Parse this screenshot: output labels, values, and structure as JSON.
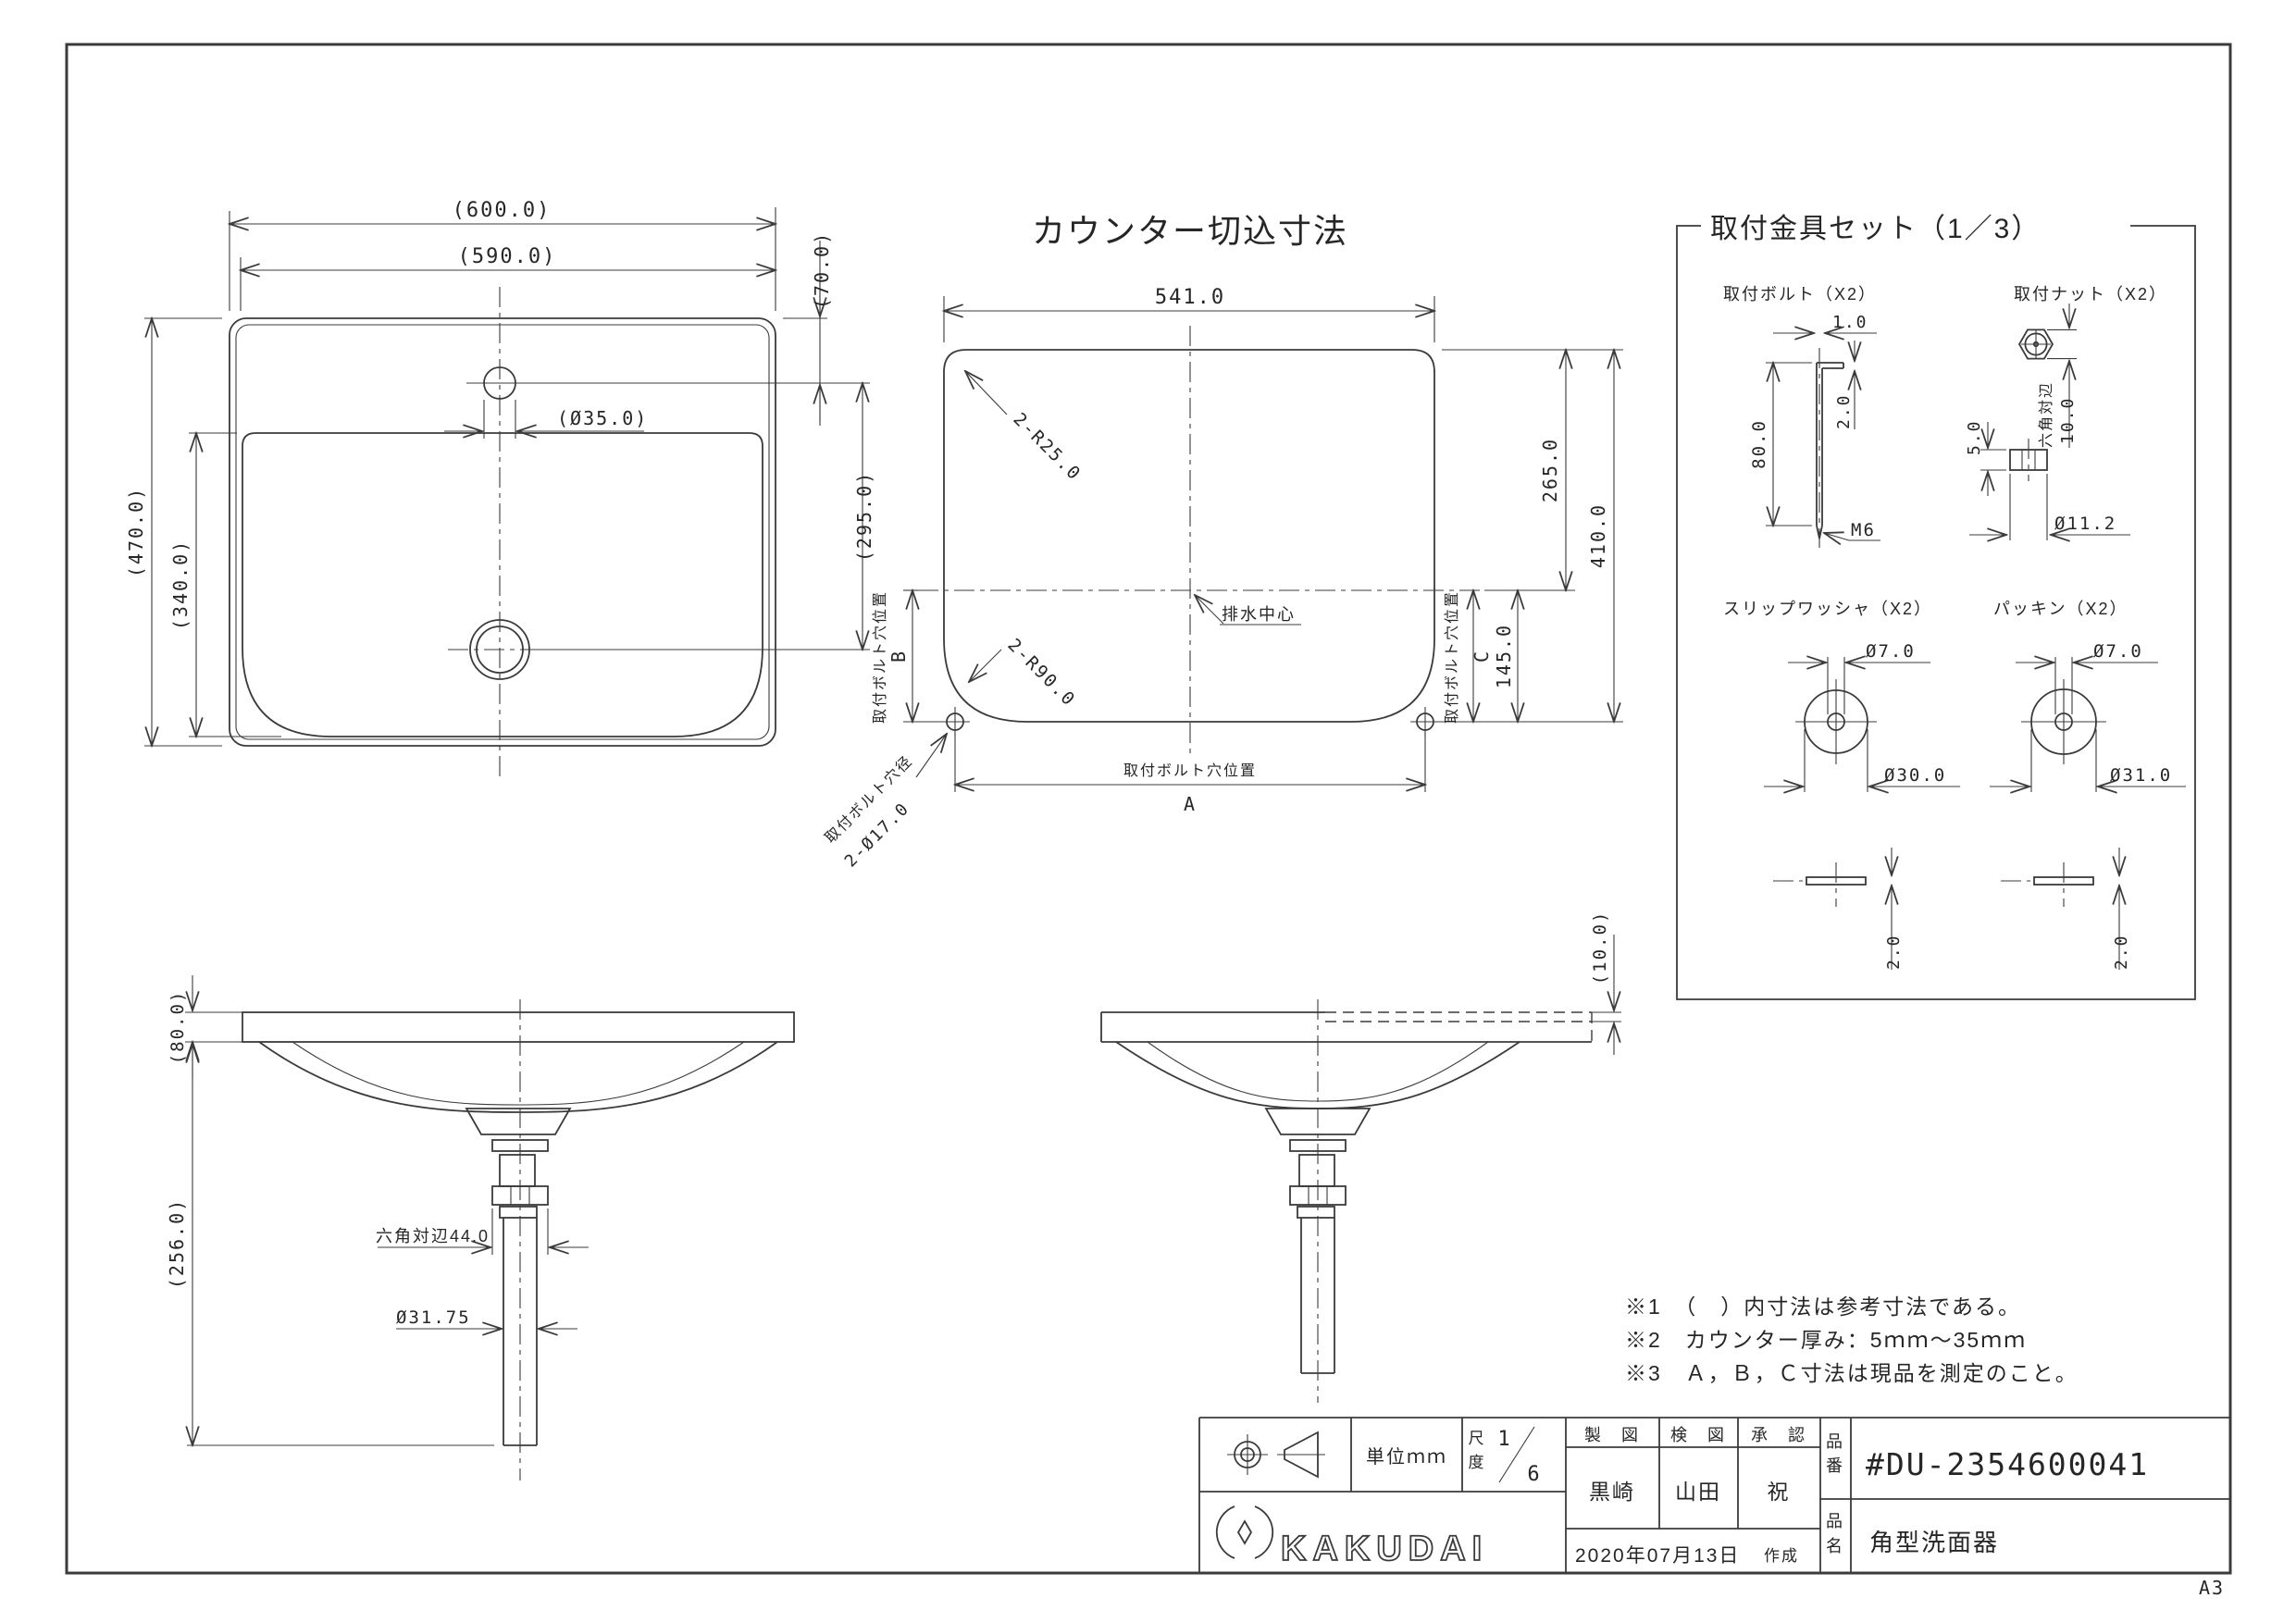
{
  "page": {
    "sheet_label": "A3"
  },
  "plan": {
    "dim_600": "(600.0)",
    "dim_590": "(590.0)",
    "dim_d35": "(Ø35.0)",
    "dim_70": "(70.0)",
    "dim_295": "(295.0)",
    "dim_470": "(470.0)",
    "dim_340": "(340.0)"
  },
  "cutout": {
    "title": "カウンター切込寸法",
    "dim_541": "541.0",
    "dim_r25": "2-R25.0",
    "dim_r90": "2-R90.0",
    "drain_label": "排水中心",
    "dim_265": "265.0",
    "dim_410": "410.0",
    "dim_145": "145.0",
    "dim_b": "B",
    "dim_c": "C",
    "dim_a": "A",
    "bolt_pos_label_left": "取付ボルト穴位置",
    "bolt_pos_label_right": "取付ボルト穴位置",
    "bolt_pos_label_bottom": "取付ボルト穴位置",
    "bolt_dia_label_1": "取付ボルト穴径",
    "bolt_dia_label_2": "2-Ø17.0"
  },
  "hardware": {
    "title": "取付金具セット（1／3）",
    "bolt": {
      "label": "取付ボルト（X2）",
      "dim_1": "1.0",
      "dim_2": "2.0",
      "dim_80": "80.0",
      "thread": "M6"
    },
    "nut": {
      "label": "取付ナット（X2）",
      "dim_flats_1": "六角対辺",
      "dim_flats_2": "10.0",
      "dim_5": "5.0",
      "dim_d112": "Ø11.2"
    },
    "washer": {
      "label": "スリップワッシャ（X2）",
      "dim_d7": "Ø7.0",
      "dim_d30": "Ø30.0",
      "dim_t2": "2.0"
    },
    "packing": {
      "label": "パッキン（X2）",
      "dim_d7": "Ø7.0",
      "dim_d31": "Ø31.0",
      "dim_t2": "2.0"
    }
  },
  "front": {
    "dim_80": "(80.0)",
    "dim_256": "(256.0)",
    "dim_hex44": "六角対辺44.0",
    "dim_d3175": "Ø31.75"
  },
  "section": {
    "dim_10": "(10.0)"
  },
  "notes": [
    "※1　（　）内寸法は参考寸法である。",
    "※2　カウンター厚み：5ｍｍ～35ｍｍ",
    "※3　Ａ，Ｂ，Ｃ寸法は現品を測定のこと。"
  ],
  "title_block": {
    "unit_label": "単位ｍｍ",
    "scale_label_1": "尺",
    "scale_label_2": "度",
    "scale_num": "1",
    "scale_den": "6",
    "drafter_header": "製　図",
    "checker_header": "検　図",
    "approver_header": "承　認",
    "drafter": "黒崎",
    "checker": "山田",
    "approver": "祝",
    "part_no_label_1": "品",
    "part_no_label_2": "番",
    "part_no": "#DU-2354600041",
    "part_name_label_1": "品",
    "part_name_label_2": "名",
    "part_name": "角型洗面器",
    "date": "2020年07月13日",
    "date_suffix": "作成",
    "brand": "KAKUDAI"
  }
}
